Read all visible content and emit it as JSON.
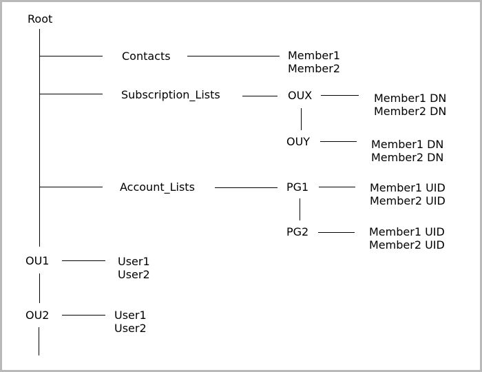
{
  "colors": {
    "line": "#000000",
    "text": "#000000",
    "border": "#b9b9b9",
    "background": "#ffffff"
  },
  "root": {
    "label": "Root"
  },
  "containers": {
    "contacts": {
      "label": "Contacts",
      "members": [
        "Member1",
        "Member2"
      ]
    },
    "subscription_lists": {
      "label": "Subscription_Lists",
      "oux": {
        "label": "OUX",
        "members": [
          "Member1 DN",
          "Member2 DN"
        ]
      },
      "ouy": {
        "label": "OUY",
        "members": [
          "Member1 DN",
          "Member2 DN"
        ]
      }
    },
    "account_lists": {
      "label": "Account_Lists",
      "pg1": {
        "label": "PG1",
        "members": [
          "Member1 UID",
          "Member2 UID"
        ]
      },
      "pg2": {
        "label": "PG2",
        "members": [
          "Member1 UID",
          "Member2 UID"
        ]
      }
    }
  },
  "org_units": {
    "ou1": {
      "label": "OU1",
      "users": [
        "User1",
        "User2"
      ]
    },
    "ou2": {
      "label": "OU2",
      "users": [
        "User1",
        "User2"
      ]
    }
  }
}
